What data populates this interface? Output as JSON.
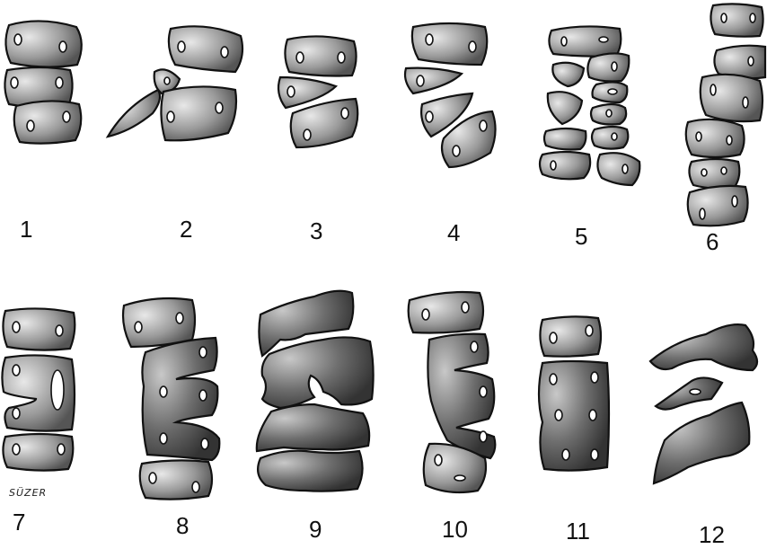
{
  "figure": {
    "labels": [
      "1",
      "2",
      "3",
      "4",
      "5",
      "6",
      "7",
      "8",
      "9",
      "10",
      "11",
      "12"
    ],
    "signature": "SÜZER"
  }
}
